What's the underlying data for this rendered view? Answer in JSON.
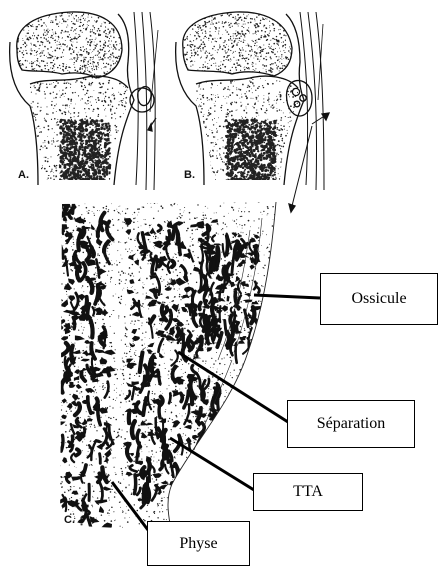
{
  "panels": {
    "a": "A.",
    "b": "B.",
    "c": "C."
  },
  "callouts": {
    "ossicule": "Ossicule",
    "separation": "Séparation",
    "tta": "TTA",
    "physe": "Physe"
  },
  "colors": {
    "ink": "#111111",
    "background": "#ffffff",
    "stipple": "#222222"
  }
}
